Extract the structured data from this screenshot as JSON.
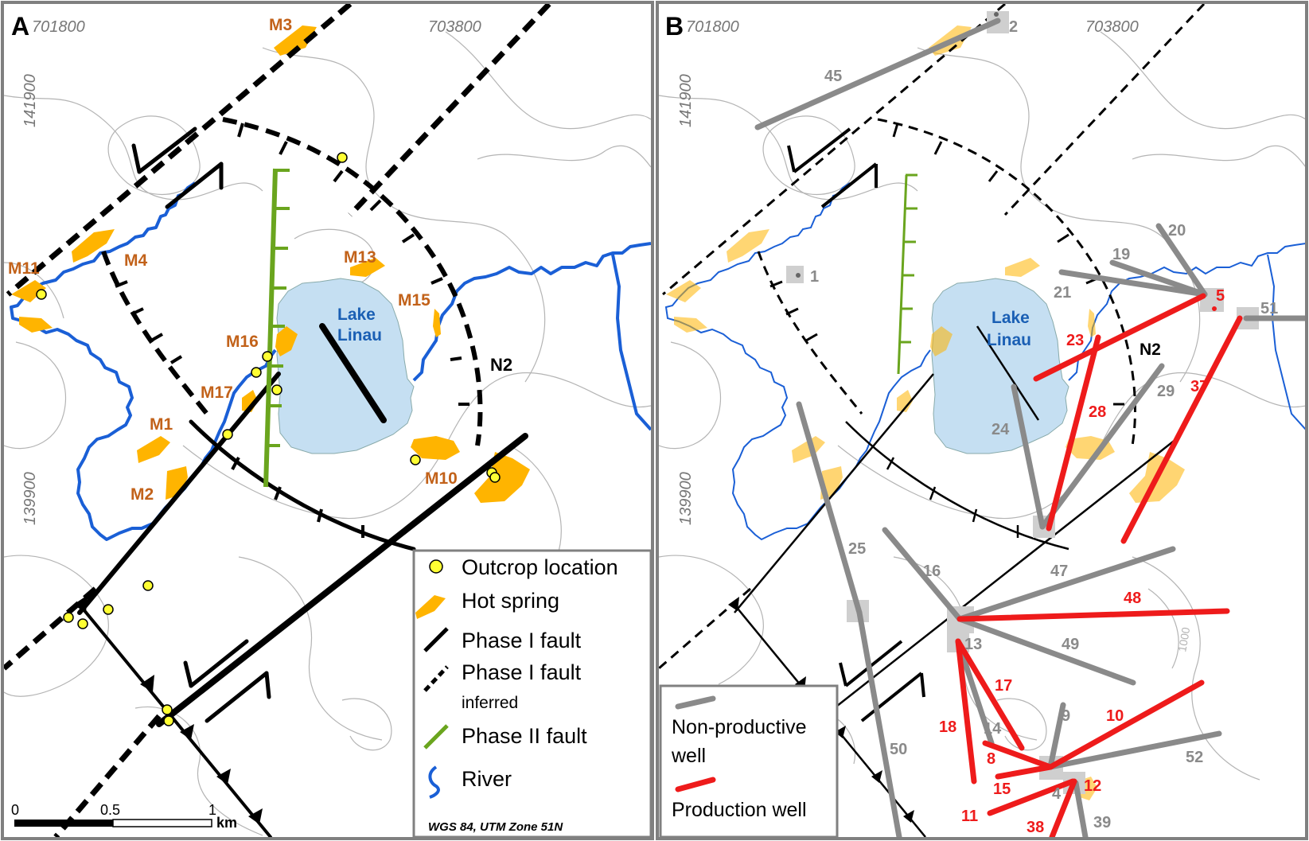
{
  "panelA": {
    "letter": "A",
    "easting_left": "701800",
    "easting_right": "703800",
    "northing_top": "141900",
    "northing_bottom": "139900",
    "lake_label_1": "Lake",
    "lake_label_2": "Linau",
    "fault_label": "N2",
    "hot_springs": [
      "M1",
      "M2",
      "M3",
      "M4",
      "M10",
      "M11",
      "M13",
      "M15",
      "M16",
      "M17"
    ],
    "legend": {
      "outcrop": "Outcrop location",
      "hot_spring": "Hot spring",
      "phase1": "Phase I fault",
      "phase1_inferred": "Phase I fault",
      "inferred_word": "inferred",
      "phase2": "Phase II fault",
      "river": "River"
    },
    "scale": {
      "zero": "0",
      "half": "0.5",
      "one": "1",
      "unit": "km"
    },
    "datum": "WGS 84, UTM Zone 51N"
  },
  "panelB": {
    "letter": "B",
    "easting_left": "701800",
    "easting_right": "703800",
    "northing_top": "141900",
    "northing_bottom": "139900",
    "lake_label_1": "Lake",
    "lake_label_2": "Linau",
    "fault_label": "N2",
    "pads": [
      "1",
      "2",
      "4",
      "5",
      "13"
    ],
    "nonproductive_wells": [
      "45",
      "20",
      "19",
      "21",
      "51",
      "29",
      "24",
      "25",
      "16",
      "47",
      "49",
      "14",
      "9",
      "50",
      "52",
      "39"
    ],
    "production_wells": [
      "23",
      "28",
      "37",
      "48",
      "17",
      "18",
      "10",
      "8",
      "15",
      "12",
      "11",
      "38"
    ],
    "contour_label": "1000",
    "legend": {
      "nonproductive_1": "Non-productive",
      "nonproductive_2": "well",
      "production": "Production well"
    }
  },
  "colors": {
    "river": "#1a5fd6",
    "lake": "#c5dff2",
    "hot_spring": "#ffb400",
    "phase2": "#6aa51e",
    "production": "#ee1b1b",
    "nonproductive": "#8a8a8a",
    "label_orange": "#c2621a",
    "coord_gray": "#777777"
  }
}
